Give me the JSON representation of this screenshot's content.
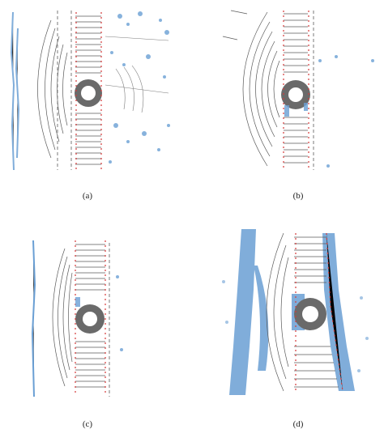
{
  "figure": {
    "panels": [
      {
        "id": "a",
        "caption": "(a)"
      },
      {
        "id": "b",
        "caption": "(b)"
      },
      {
        "id": "c",
        "caption": "(c)"
      },
      {
        "id": "d",
        "caption": "(d)"
      }
    ]
  },
  "colors": {
    "scan_line": "#5a5a5a",
    "road_points": "#6a9fd4",
    "boundary_points": "#d43a3a",
    "background": "#ffffff"
  }
}
